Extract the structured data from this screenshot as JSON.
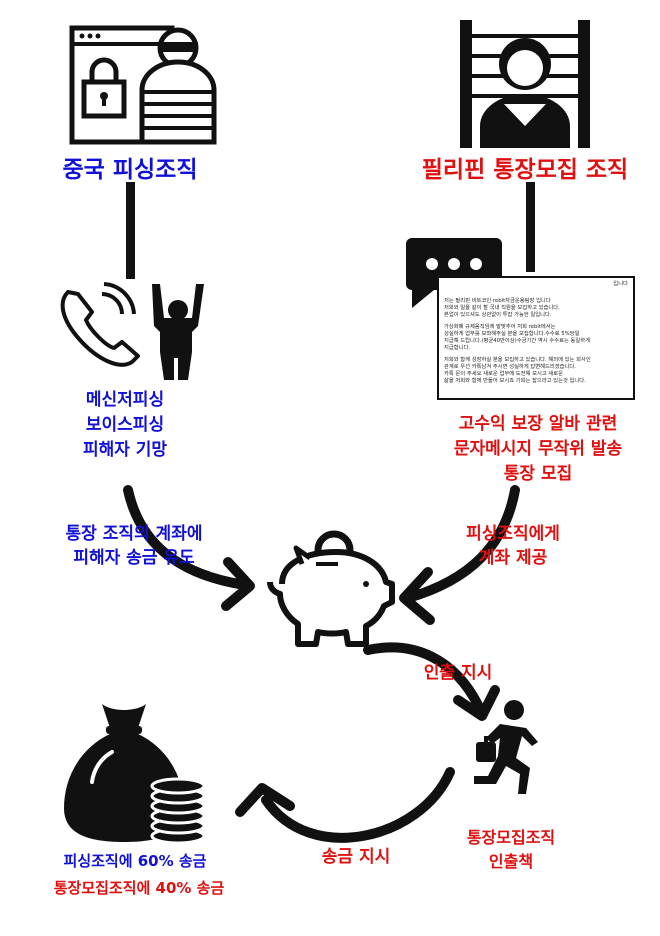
{
  "colors": {
    "blue": "#1010d8",
    "red": "#e01010",
    "black": "#111111"
  },
  "icons": {
    "hacker": "hacker-at-locked-browser-icon",
    "recruiter": "person-behind-bars-icon",
    "phone": "phone-call-icon",
    "victim": "person-arms-raised-icon",
    "chat": "chat-bubble-icon",
    "piggy": "piggy-bank-icon",
    "runner": "running-thief-icon",
    "money": "money-bag-coins-icon"
  },
  "labels": {
    "china_org": "중국 피싱조직",
    "ph_org": "필리핀 통장모집 조직",
    "phishing": [
      "메신저피싱",
      "보이스피싱",
      "피해자 기망"
    ],
    "recruit": [
      "고수익 보장 알바 관련",
      "문자메시지 무작위 발송",
      "통장 모집"
    ],
    "to_piggy_left": [
      "통장 조직의 계좌에",
      "피해자 송금 유도"
    ],
    "to_piggy_right": [
      "피싱조직에게",
      "계좌 제공"
    ],
    "withdraw_order": "인출 지시",
    "runner": [
      "통장모집조직",
      "인출책"
    ],
    "send_order": "송금 지시",
    "split": [
      "피싱조직에 60% 송금",
      "통장모집조직에 40% 송금"
    ]
  },
  "message": {
    "header": "입니다",
    "lines": [
      "저는 필리핀 비트코인 rebit자금운용팀장         입니다",
      "저희와 일을 같이 할 국내 직원을 모집하고 있습니다.",
      "본업이 있으셔도 상관없이 투잡 가능한 일입니다.",
      "가상화폐 규제움직임에 발맞추어 저희 rebit에서는",
      "성실하게 업무를 보좌해주실 분을 모집합니다.수수료 5%당일",
      "지급해 드립니다.(평균40만이상)수금기간 역시 수수료는 동일하게",
      "지급합니다.",
      "저희와 함께 성장하실 분을 모집하고 있습니다. 해외에 있는 회사인",
      "관계로 우선 카톡남겨 주시면 성실하게 답변해드리겠습니다.",
      "카톡        문의 주세요 새로운 업무에 도전해 보시고 새로운",
      "삶을 저희와 함께 만들어 보시죠 기회는 잡으라고 있는것 입니다."
    ]
  }
}
